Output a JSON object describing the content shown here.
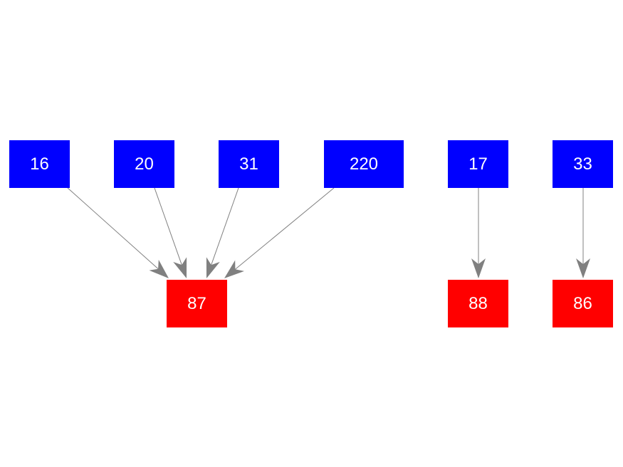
{
  "diagram": {
    "colors": {
      "source": "#0000ff",
      "target": "#ff0000",
      "edge": "#808080",
      "label": "#ffffff"
    },
    "nodes": [
      {
        "id": "n16",
        "label": "16",
        "role": "source"
      },
      {
        "id": "n20",
        "label": "20",
        "role": "source"
      },
      {
        "id": "n31",
        "label": "31",
        "role": "source"
      },
      {
        "id": "n220",
        "label": "220",
        "role": "source"
      },
      {
        "id": "n17",
        "label": "17",
        "role": "source"
      },
      {
        "id": "n33",
        "label": "33",
        "role": "source"
      },
      {
        "id": "n87",
        "label": "87",
        "role": "target"
      },
      {
        "id": "n88",
        "label": "88",
        "role": "target"
      },
      {
        "id": "n86",
        "label": "86",
        "role": "target"
      }
    ],
    "edges": [
      {
        "from": "n16",
        "to": "n87"
      },
      {
        "from": "n20",
        "to": "n87"
      },
      {
        "from": "n31",
        "to": "n87"
      },
      {
        "from": "n220",
        "to": "n87"
      },
      {
        "from": "n17",
        "to": "n88"
      },
      {
        "from": "n33",
        "to": "n86"
      }
    ]
  }
}
